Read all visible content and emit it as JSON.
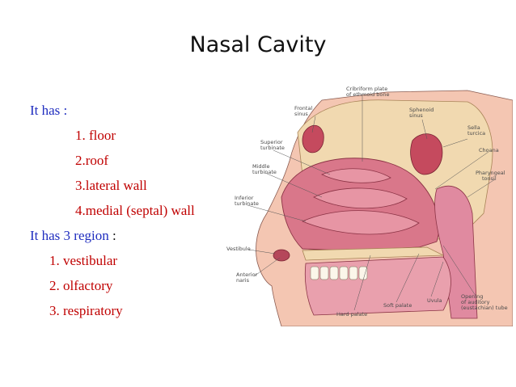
{
  "slide": {
    "title": "Nasal Cavity",
    "intro_prefix": "It has",
    "intro_suffix": " :",
    "parts": [
      "1. floor",
      "2.roof",
      "3.lateral wall",
      "4.medial (septal) wall"
    ],
    "regions_prefix": "It has 3 region",
    "regions_suffix": " :",
    "regions": [
      "1. vestibular",
      "2. olfactory",
      "3. respiratory"
    ]
  },
  "colors": {
    "heading_text": "#1f2dbf",
    "list_text": "#c00000",
    "mucosa": "#d9778a",
    "bone": "#f1d9b0"
  },
  "figure": {
    "labels": {
      "cribriform": [
        "Cribriform plate",
        "of ethmoid bone"
      ],
      "frontal": [
        "Frontal",
        "sinus"
      ],
      "superior": [
        "Superior",
        "turbinate"
      ],
      "middle": [
        "Middle",
        "turbinate"
      ],
      "inferior": [
        "Inferior",
        "turbinate"
      ],
      "vestibule": "Vestibule",
      "anterior": [
        "Anterior",
        "naris"
      ],
      "hard_palate": "Hard palate",
      "soft_palate": "Soft palate",
      "uvula": "Uvula",
      "sphenoid": [
        "Sphenoid",
        "sinus"
      ],
      "sella": [
        "Sella",
        "turcica"
      ],
      "choana": "Choana",
      "pharyngeal": [
        "Pharyngeal",
        "tonsil"
      ],
      "opening": [
        "Opening",
        "of auditory",
        "(eustachian) tube"
      ]
    }
  }
}
